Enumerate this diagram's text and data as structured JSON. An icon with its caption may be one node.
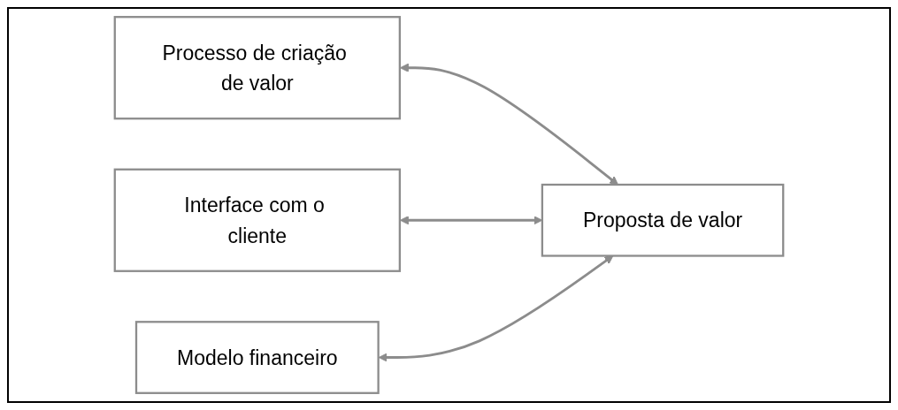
{
  "diagram": {
    "nodes": [
      {
        "text": [
          "Processo de criação de valor"
        ]
      },
      {
        "text": [
          "Interface com o cliente"
        ]
      },
      {
        "text": [
          "Modelo financeiro"
        ]
      },
      {
        "text": [
          "Proposta de valor"
        ]
      }
    ],
    "edges": [
      {
        "from": 0,
        "to": 3,
        "arrow": "both"
      },
      {
        "from": 1,
        "to": 3,
        "arrow": "both"
      },
      {
        "from": 2,
        "to": 3,
        "arrow": "both"
      }
    ]
  }
}
